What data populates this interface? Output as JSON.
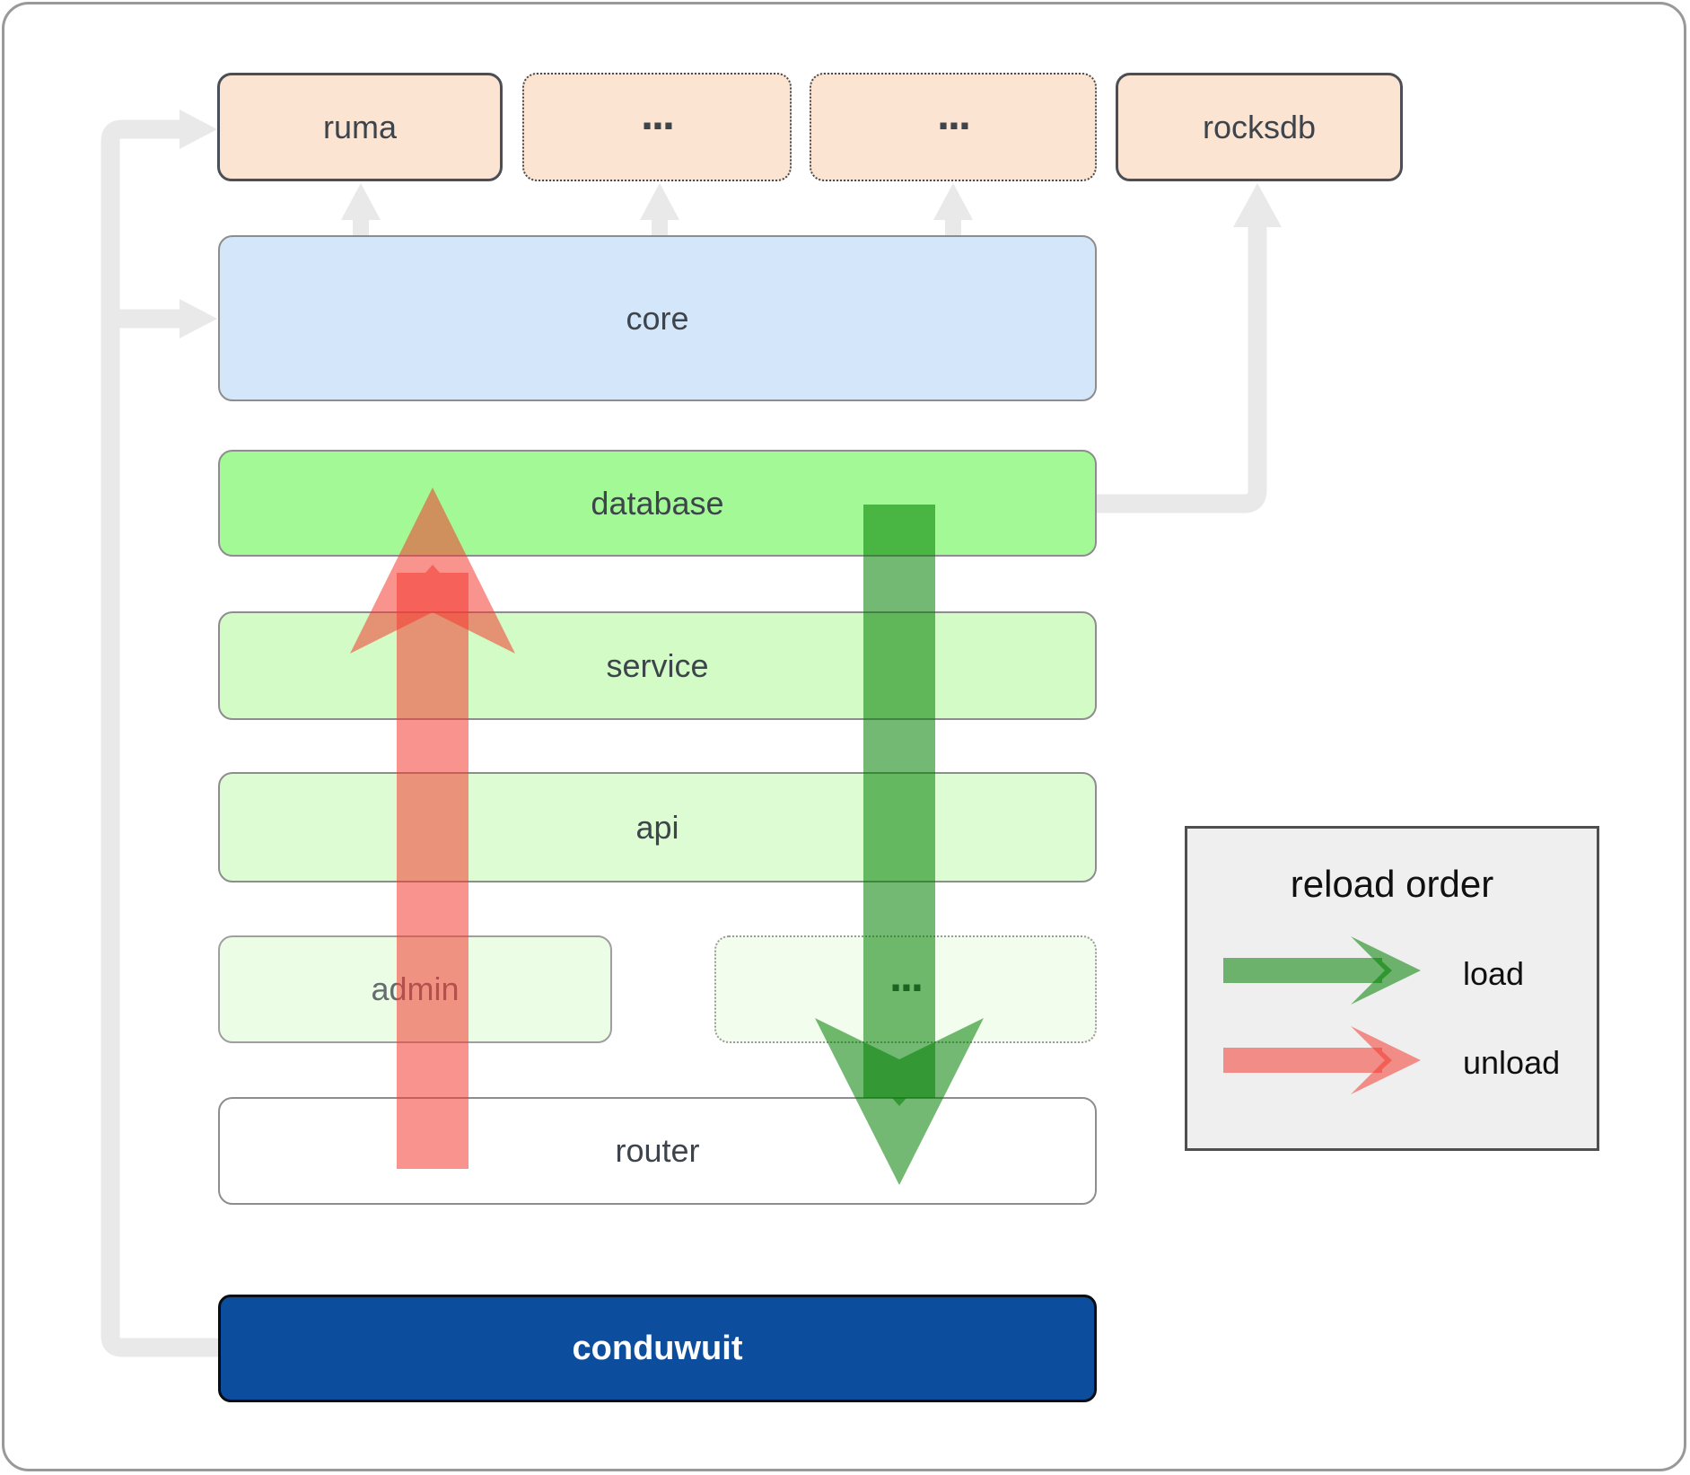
{
  "top_row": [
    {
      "label": "ruma",
      "border": "solid"
    },
    {
      "label": "...",
      "border": "dotted"
    },
    {
      "label": "...",
      "border": "dotted"
    },
    {
      "label": "rocksdb",
      "border": "solid"
    }
  ],
  "layers": [
    {
      "label": "core"
    },
    {
      "label": "database"
    },
    {
      "label": "service"
    },
    {
      "label": "api"
    }
  ],
  "split_row": [
    {
      "label": "admin",
      "border": "solid"
    },
    {
      "label": "...",
      "border": "dotted"
    }
  ],
  "router": {
    "label": "router"
  },
  "app": {
    "label": "conduwuit"
  },
  "legend": {
    "title": "reload order",
    "items": [
      {
        "label": "load",
        "color": "#008000"
      },
      {
        "label": "unload",
        "color": "#f43b30"
      }
    ]
  },
  "colors": {
    "dependency_fill": "#fbe4d2",
    "core_fill": "#d3e6fa",
    "database_fill": "#a3f996",
    "service_fill": "#d2fbc6",
    "api_fill": "#defcd4",
    "admin_fill": "#ecfde6",
    "ellipsis_row_fill": "#f2fdee",
    "router_fill": "#ffffff",
    "conduwuit_fill": "#0d4d9e",
    "connector_gray": "#e9e9e9",
    "load_green": "#008000",
    "unload_red": "#f43b30",
    "legend_bg": "#efefef"
  }
}
